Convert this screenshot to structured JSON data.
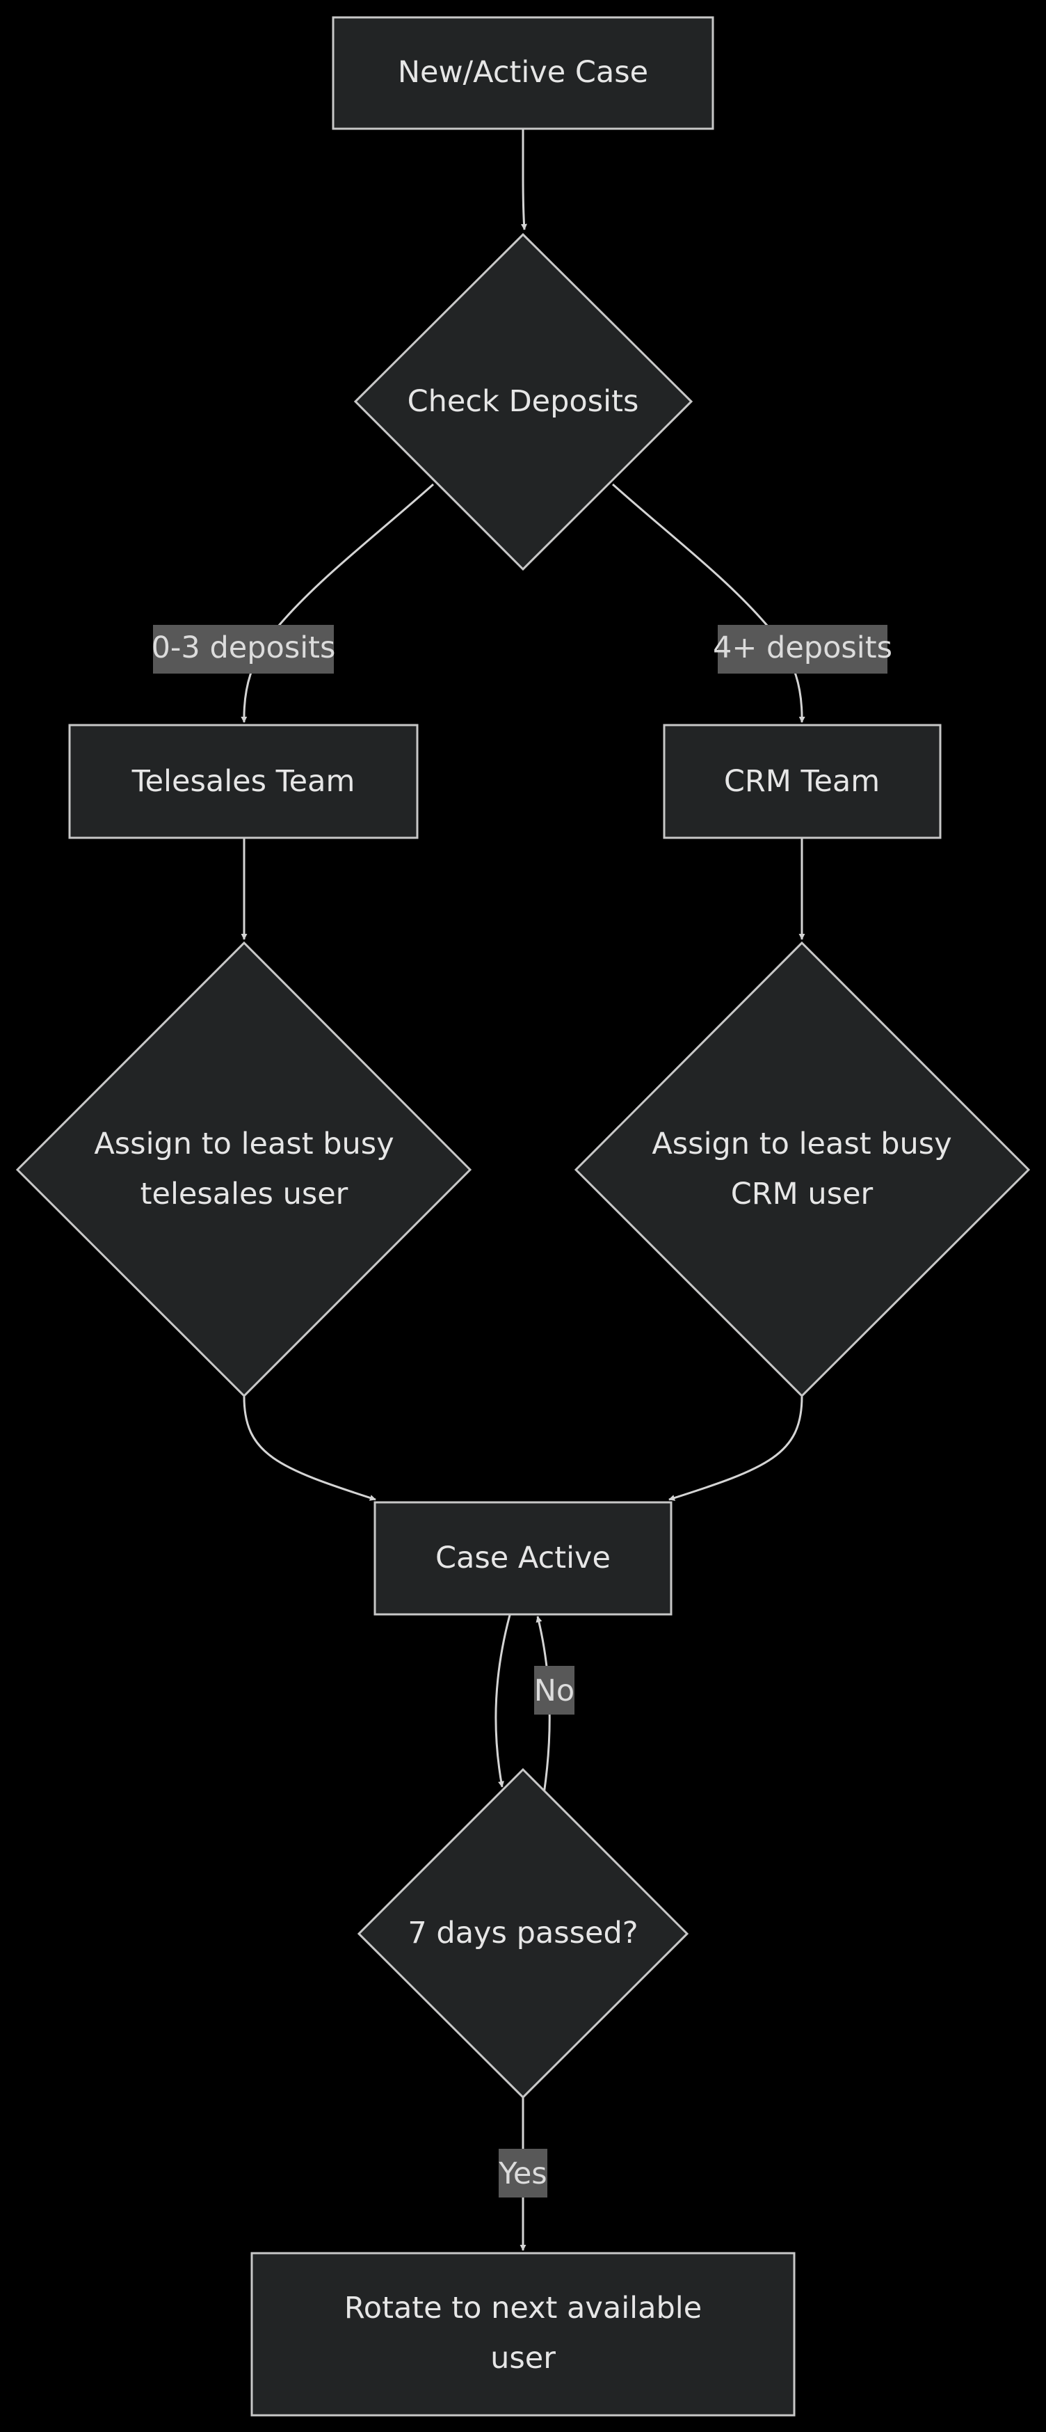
{
  "diagram": {
    "nodes": {
      "new_active_case": "New/Active Case",
      "check_deposits": "Check Deposits",
      "telesales_team": "Telesales Team",
      "crm_team": "CRM Team",
      "assign_telesales_line1": "Assign to least busy",
      "assign_telesales_line2": "telesales user",
      "assign_crm_line1": "Assign to least busy",
      "assign_crm_line2": "CRM user",
      "case_active": "Case Active",
      "seven_days": "7 days passed?",
      "rotate_line1": "Rotate to next available",
      "rotate_line2": "user"
    },
    "edge_labels": {
      "low_deposits": "0-3 deposits",
      "high_deposits": "4+ deposits",
      "no": "No",
      "yes": "Yes"
    },
    "colors": {
      "background": "#000000",
      "node_fill": "#222425",
      "node_stroke": "#c8c8c8",
      "edge": "#d4d4d4",
      "edge_label_bg": "#585858",
      "text": "#e6e6e6"
    }
  }
}
